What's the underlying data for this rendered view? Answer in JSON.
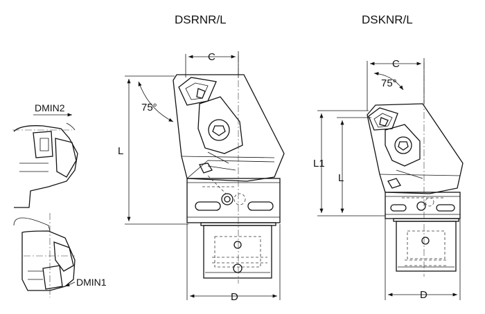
{
  "titles": {
    "left": "DSRNR/L",
    "right": "DSKNR/L"
  },
  "dimensions": {
    "dsrn_c": "C",
    "dsrn_angle": "75°",
    "dsrn_l": "L",
    "dsrn_d": "D",
    "dskn_c": "C",
    "dskn_angle": "75°",
    "dskn_l1": "L1",
    "dskn_l": "L",
    "dskn_d": "D",
    "dmin2": "DMIN2",
    "dmin1": "DMIN1"
  }
}
